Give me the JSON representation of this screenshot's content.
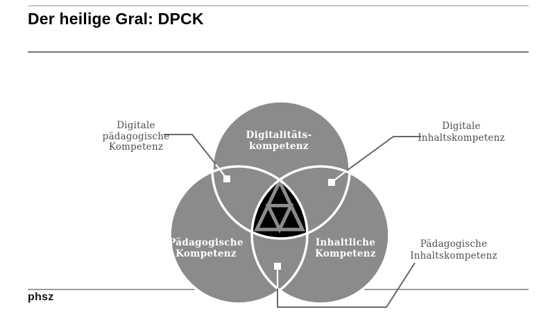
{
  "slide": {
    "title": "Der heilige Gral: DPCK",
    "footer_logo": "phsz"
  },
  "venn": {
    "circles": {
      "top": "Digitalitäts-\nkompetenz",
      "left": "Pädagogische\nKompetenz",
      "right": "Inhaltliche\nKompetenz"
    },
    "callouts": {
      "digital_pedagogical": "Digitale\npädagogische\nKompetenz",
      "digital_content": "Digitale\nInhaltskompetenz",
      "pedagogical_content": "Pädagogische\nInhaltskompetenz"
    }
  },
  "colors": {
    "circle_gray": "#8b8b8b",
    "triple_intersection": "#000000",
    "glyph_stroke": "#8b8b8b",
    "circle_outline": "#ffffff",
    "callout_text": "#4d4d4d",
    "connector_line": "#666666",
    "divider_line": "#8f8f8f",
    "title_text": "#000000",
    "marker_square": "#ffffff"
  }
}
